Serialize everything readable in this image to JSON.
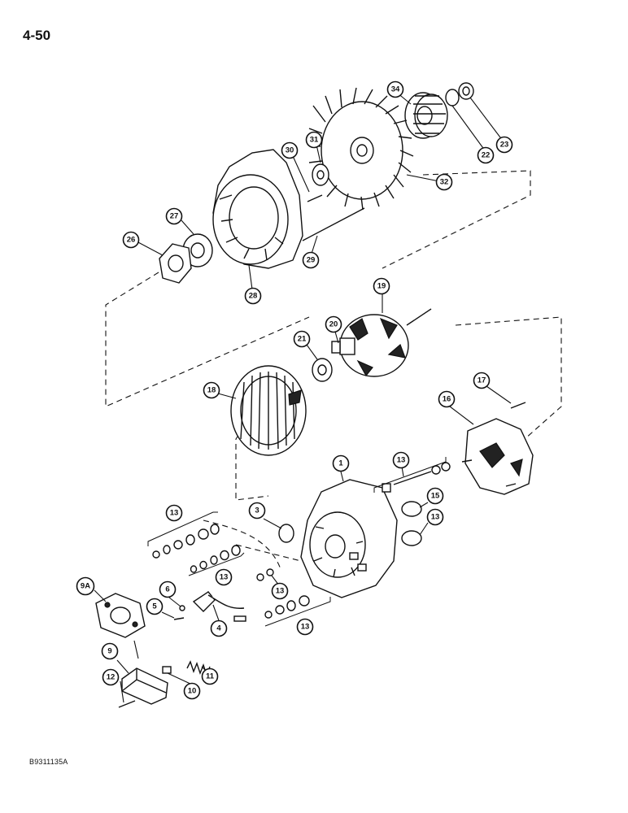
{
  "page_number": "4-50",
  "figure_code": "B9311135A",
  "callouts": {
    "c1": "1",
    "c3": "3",
    "c4": "4",
    "c5": "5",
    "c6": "6",
    "c9": "9",
    "c9a": "9A",
    "c10": "10",
    "c11": "11",
    "c12": "12",
    "c13a": "13",
    "c13b": "13",
    "c13c": "13",
    "c13d": "13",
    "c13e": "13",
    "c13f": "13",
    "c15": "15",
    "c16": "16",
    "c17": "17",
    "c18": "18",
    "c19": "19",
    "c20": "20",
    "c21": "21",
    "c22": "22",
    "c23": "23",
    "c26": "26",
    "c27": "27",
    "c28": "28",
    "c29": "29",
    "c30": "30",
    "c31": "31",
    "c32": "32",
    "c34": "34"
  }
}
